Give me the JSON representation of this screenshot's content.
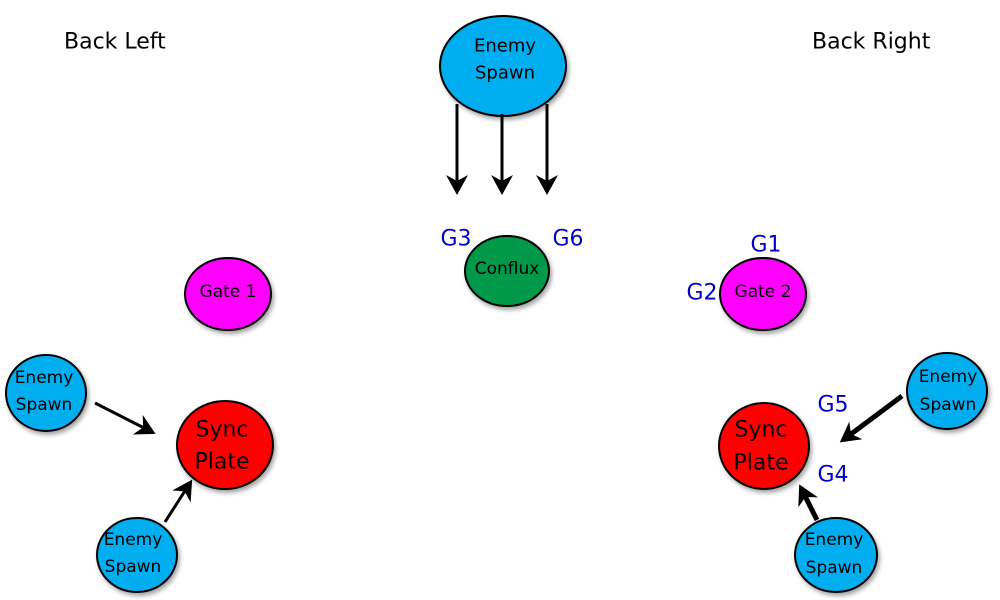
{
  "corners": {
    "back_left": "Back Left",
    "back_right": "Back Right"
  },
  "colors": {
    "enemy_spawn": "#00aeef",
    "gate": "#ff00ff",
    "sync_plate": "#ff0000",
    "conflux": "#00984a",
    "gate_label": "#0000cc",
    "arrow": "#000000"
  },
  "nodes": {
    "top_spawn": {
      "line1": "Enemy",
      "line2": "Spawn"
    },
    "conflux": {
      "label": "Conflux"
    },
    "gate1": {
      "label": "Gate 1"
    },
    "gate2": {
      "label": "Gate 2"
    },
    "left_spawn_top": {
      "line1": "Enemy",
      "line2": "Spawn"
    },
    "left_spawn_bottom": {
      "line1": "Enemy",
      "line2": "Spawn"
    },
    "left_plate": {
      "line1": "Sync",
      "line2": "Plate"
    },
    "right_spawn_top": {
      "line1": "Enemy",
      "line2": "Spawn"
    },
    "right_spawn_bottom": {
      "line1": "Enemy",
      "line2": "Spawn"
    },
    "right_plate": {
      "line1": "Sync",
      "line2": "Plate"
    }
  },
  "gate_labels": {
    "g1": "G1",
    "g2": "G2",
    "g3": "G3",
    "g4": "G4",
    "g5": "G5",
    "g6": "G6"
  }
}
